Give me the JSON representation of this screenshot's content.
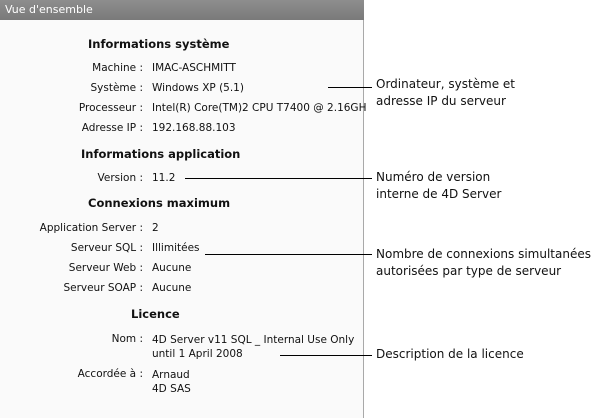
{
  "window": {
    "title": "Vue d'ensemble"
  },
  "system_info": {
    "heading": "Informations système",
    "rows": [
      {
        "label": "Machine :",
        "value": "IMAC-ASCHMITT"
      },
      {
        "label": "Système :",
        "value": "Windows XP (5.1)"
      },
      {
        "label": "Processeur :",
        "value": "Intel(R) Core(TM)2 CPU T7400 @ 2.16GH"
      },
      {
        "label": "Adresse IP :",
        "value": "192.168.88.103"
      }
    ]
  },
  "application_info": {
    "heading": "Informations application",
    "rows": [
      {
        "label": "Version :",
        "value": "11.2"
      }
    ]
  },
  "max_connections": {
    "heading": "Connexions maximum",
    "rows": [
      {
        "label": "Application Server :",
        "value": "2"
      },
      {
        "label": "Serveur SQL :",
        "value": "Illimitées"
      },
      {
        "label": "Serveur Web :",
        "value": "Aucune"
      },
      {
        "label": "Serveur SOAP :",
        "value": "Aucune"
      }
    ]
  },
  "license": {
    "heading": "Licence",
    "name_label": "Nom :",
    "name_line1": "4D Server v11 SQL _ Internal Use Only",
    "name_line2": "until 1 April 2008",
    "granted_label": "Accordée à :",
    "granted_line1": "Arnaud",
    "granted_line2": "4D SAS"
  },
  "annotations": {
    "system_line1": "Ordinateur, système et",
    "system_line2": "adresse IP du serveur",
    "version_line1": "Numéro de version",
    "version_line2": "interne de 4D Server",
    "connections_line1": "Nombre de connexions simultanées",
    "connections_line2": "autorisées par type de serveur",
    "license_line1": "Description de la licence"
  }
}
